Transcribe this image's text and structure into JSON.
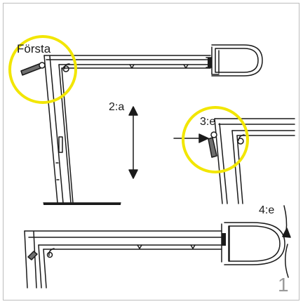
{
  "labels": {
    "step1": "Första",
    "step2": "2:a",
    "step3": "3:e",
    "step4": "4:e",
    "page_number": "1"
  },
  "colors": {
    "highlight_circle": "#f2e600",
    "line": "#1a1a1a",
    "frame_border": "#bdbdbd",
    "page_number": "#9a9a9a"
  },
  "icons": {
    "step1": "lock-lever-icon",
    "step3": "lock-lever-icon",
    "step4": "rotate-arrow-icon"
  }
}
